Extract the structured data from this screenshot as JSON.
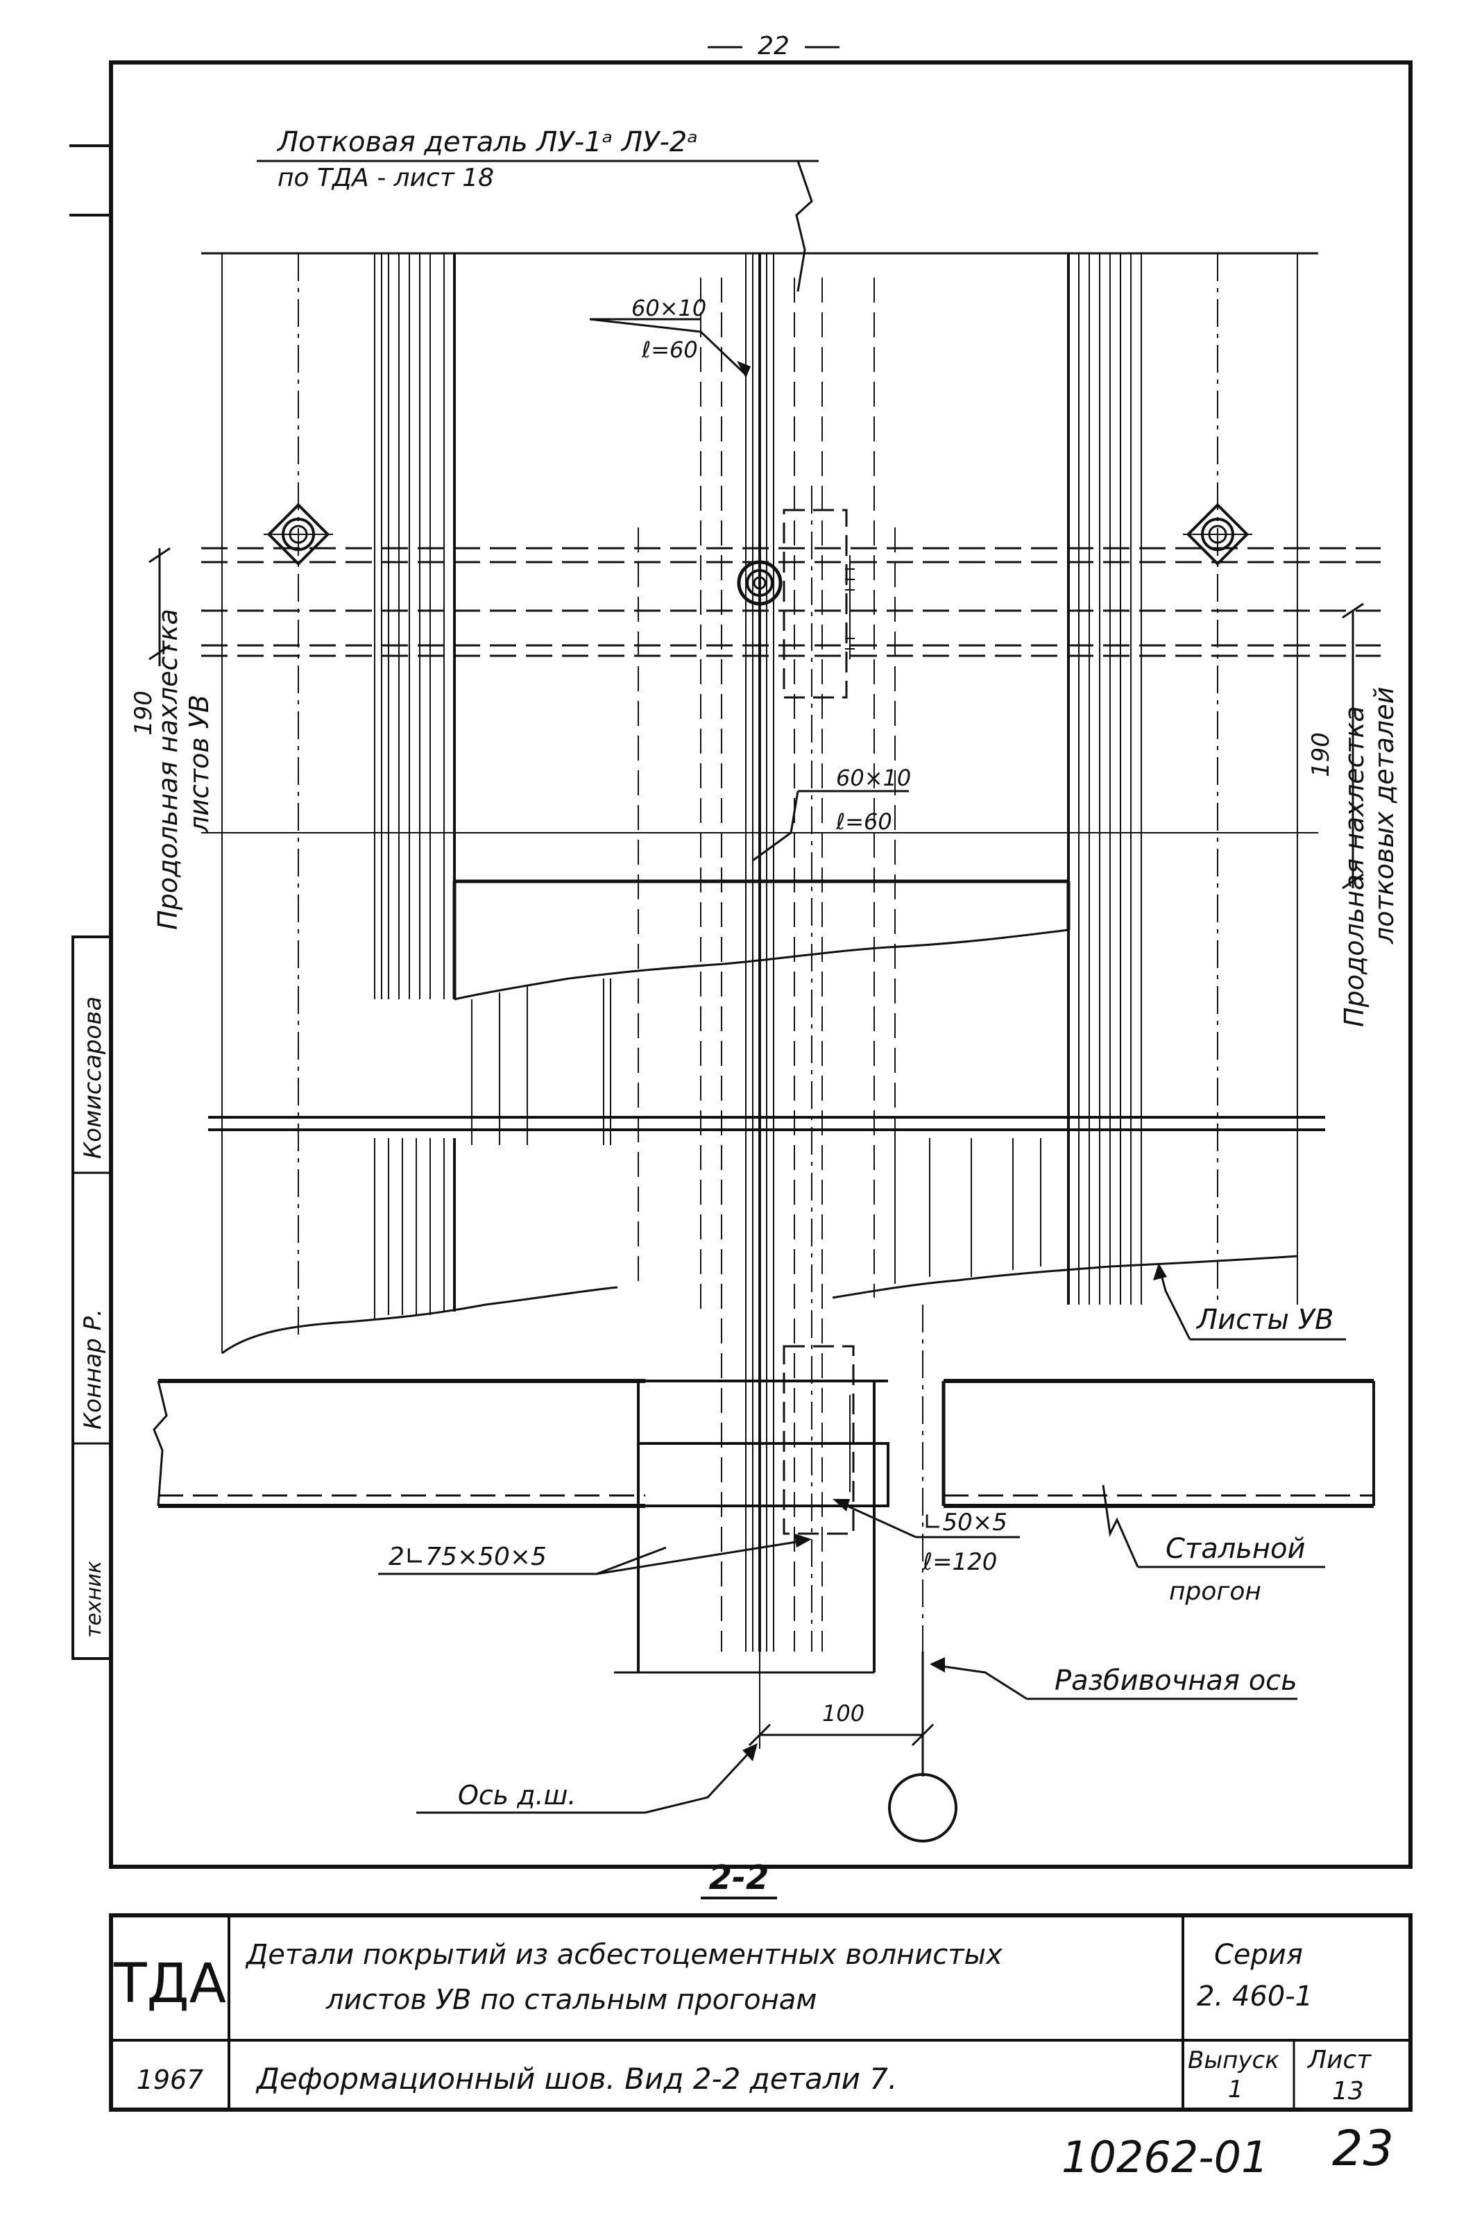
{
  "page_number": "22",
  "callouts": {
    "tray_part_line1": "Лотковая деталь ЛУ-1ᵃ ЛУ-2ᵃ",
    "tray_part_line2": "по ТДА - лист 18",
    "plate_top_size": "60×10",
    "plate_top_length": "ℓ=60",
    "plate_mid_size": "60×10",
    "plate_mid_length": "ℓ=60",
    "sheets_uv": "Листы УВ",
    "angle_pair": "2∟75×50×5",
    "angle_single_size": "∟50×5",
    "angle_single_length": "ℓ=120",
    "steel_purlin_line1": "Стальной",
    "steel_purlin_line2": "прогон",
    "layout_axis": "Разбивочная ось",
    "joint_axis": "Ось д.ш.",
    "dimension_100": "100",
    "section_label": "2-2"
  },
  "left_dimension": {
    "value": "190",
    "line1": "Продольная нахлестка",
    "line2": "листов УВ"
  },
  "right_dimension": {
    "value": "190",
    "line1": "Продольная нахлестка",
    "line2": "лотковых деталей"
  },
  "margin_stamp": {
    "role1": "техник",
    "name1": "Коннар Р.",
    "name2": "Комиссарова"
  },
  "title_block": {
    "org": "ТДА",
    "title_line1": "Детали покрытий из асбестоцементных волнистых",
    "title_line2": "листов УВ по стальным прогонам",
    "series_label": "Серия",
    "series_value": "2. 460-1",
    "year": "1967",
    "subtitle": "Деформационный шов. Вид 2-2 детали 7.",
    "issue_label": "Выпуск",
    "issue_value": "1",
    "sheet_label": "Лист",
    "sheet_value": "13"
  },
  "footer_number": "10262-01",
  "footer_page": "23"
}
